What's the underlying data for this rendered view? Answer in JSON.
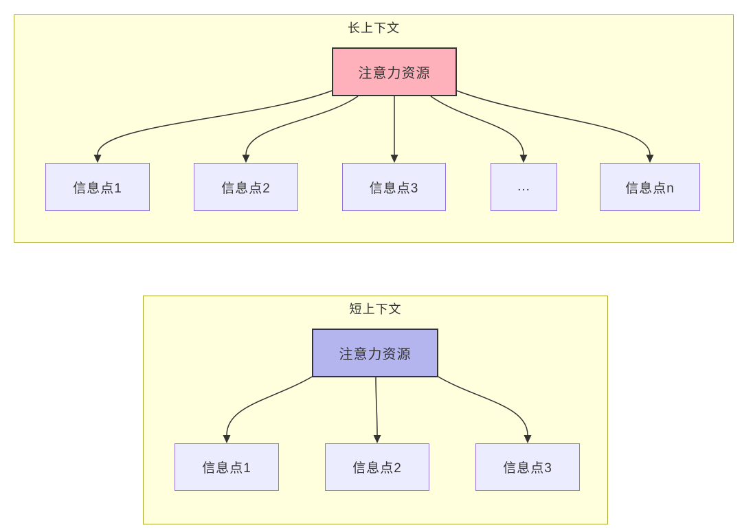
{
  "diagram": {
    "clusters": [
      {
        "id": "long-context",
        "title": "长上下文",
        "root": {
          "label": "注意力资源",
          "fill": "#ffb1bb"
        },
        "children": [
          "信息点1",
          "信息点2",
          "信息点3",
          "...",
          "信息点n"
        ]
      },
      {
        "id": "short-context",
        "title": "短上下文",
        "root": {
          "label": "注意力资源",
          "fill": "#b4b4ee"
        },
        "children": [
          "信息点1",
          "信息点2",
          "信息点3"
        ]
      }
    ],
    "colors": {
      "cluster_fill": "#ffffde",
      "cluster_border": "#aaaa33",
      "node_fill": "#ececff",
      "node_border": "#9370db",
      "root_border": "#333333",
      "edge": "#333333",
      "text": "#333333",
      "page_background": "#ffffff"
    }
  }
}
